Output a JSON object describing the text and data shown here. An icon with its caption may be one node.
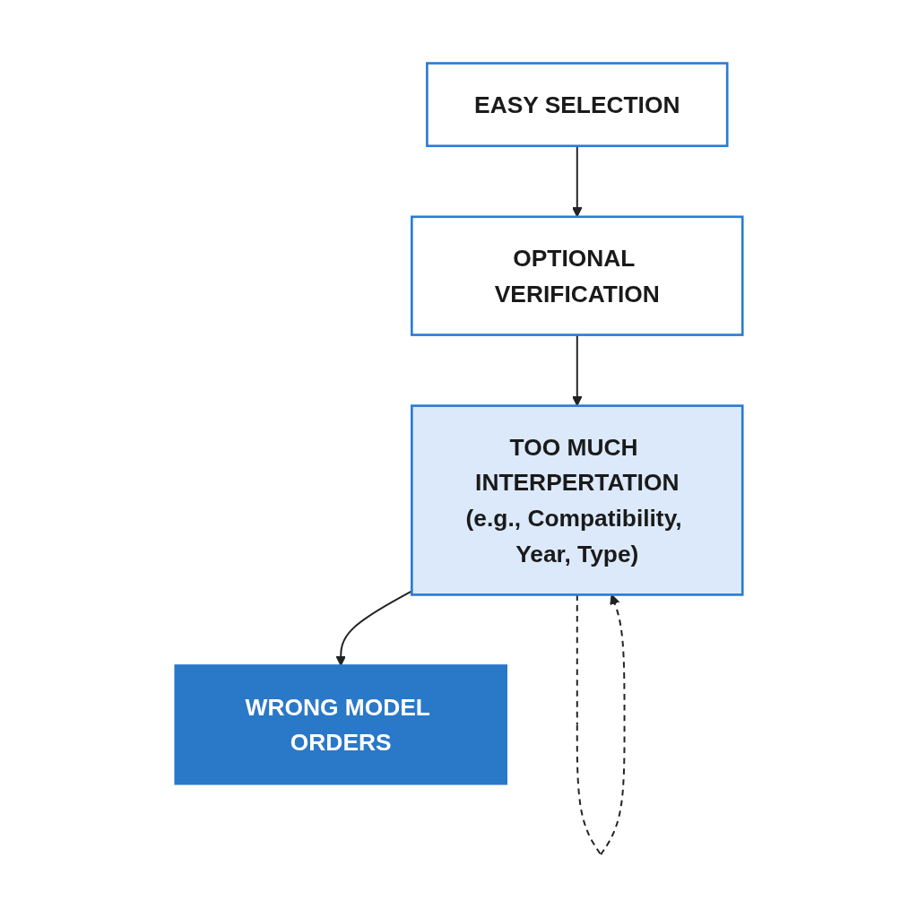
{
  "diagram": {
    "nodes": [
      {
        "text": [
          "EASY SELECTION"
        ]
      },
      {
        "text": [
          "OPTIONAL VERIFICATION"
        ]
      },
      {
        "text": [
          "TOO MUCH INTERPERTATION",
          "(e.g., Compatibility, Year, Type)"
        ]
      },
      {
        "text": [
          "WRONG MODEL ORDERS"
        ]
      }
    ],
    "edges": [
      {
        "from": 0,
        "to": 1,
        "arrow": "to"
      },
      {
        "from": 1,
        "to": 2,
        "arrow": "to"
      },
      {
        "from": 2,
        "to": 3,
        "arrow": "to"
      },
      {
        "from": 2,
        "to": 2,
        "arrow": "to",
        "style": "dashed"
      }
    ]
  }
}
